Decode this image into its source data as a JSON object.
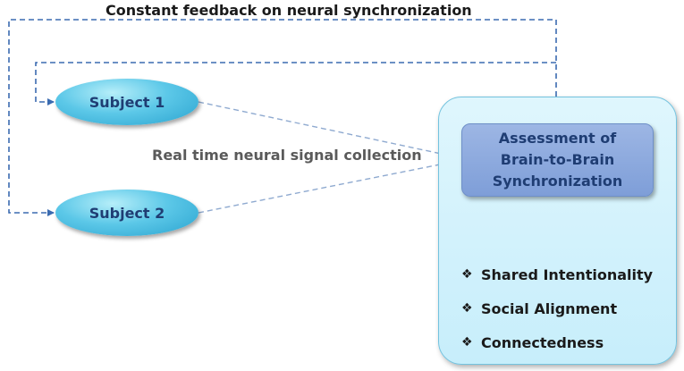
{
  "title": "Constant feedback on neural synchronization",
  "collection_label": "Real time neural signal collection",
  "subjects": [
    {
      "label": "Subject 1"
    },
    {
      "label": "Subject 2"
    }
  ],
  "assessment": {
    "line1": "Assessment of",
    "line2": "Brain-to-Brain",
    "line3": "Synchronization"
  },
  "items": [
    {
      "bullet": "❖",
      "label": "Shared Intentionality"
    },
    {
      "bullet": "❖",
      "label": "Social Alignment"
    },
    {
      "bullet": "❖",
      "label": "Connectedness"
    }
  ],
  "colors": {
    "dashed_line": "#3b6bb0",
    "subject_fill": "#3cb4dc",
    "panel_fill": "#d4f2fc",
    "assessment_fill": "#8aa8de",
    "arrow_fill": "#4f7fc4"
  }
}
